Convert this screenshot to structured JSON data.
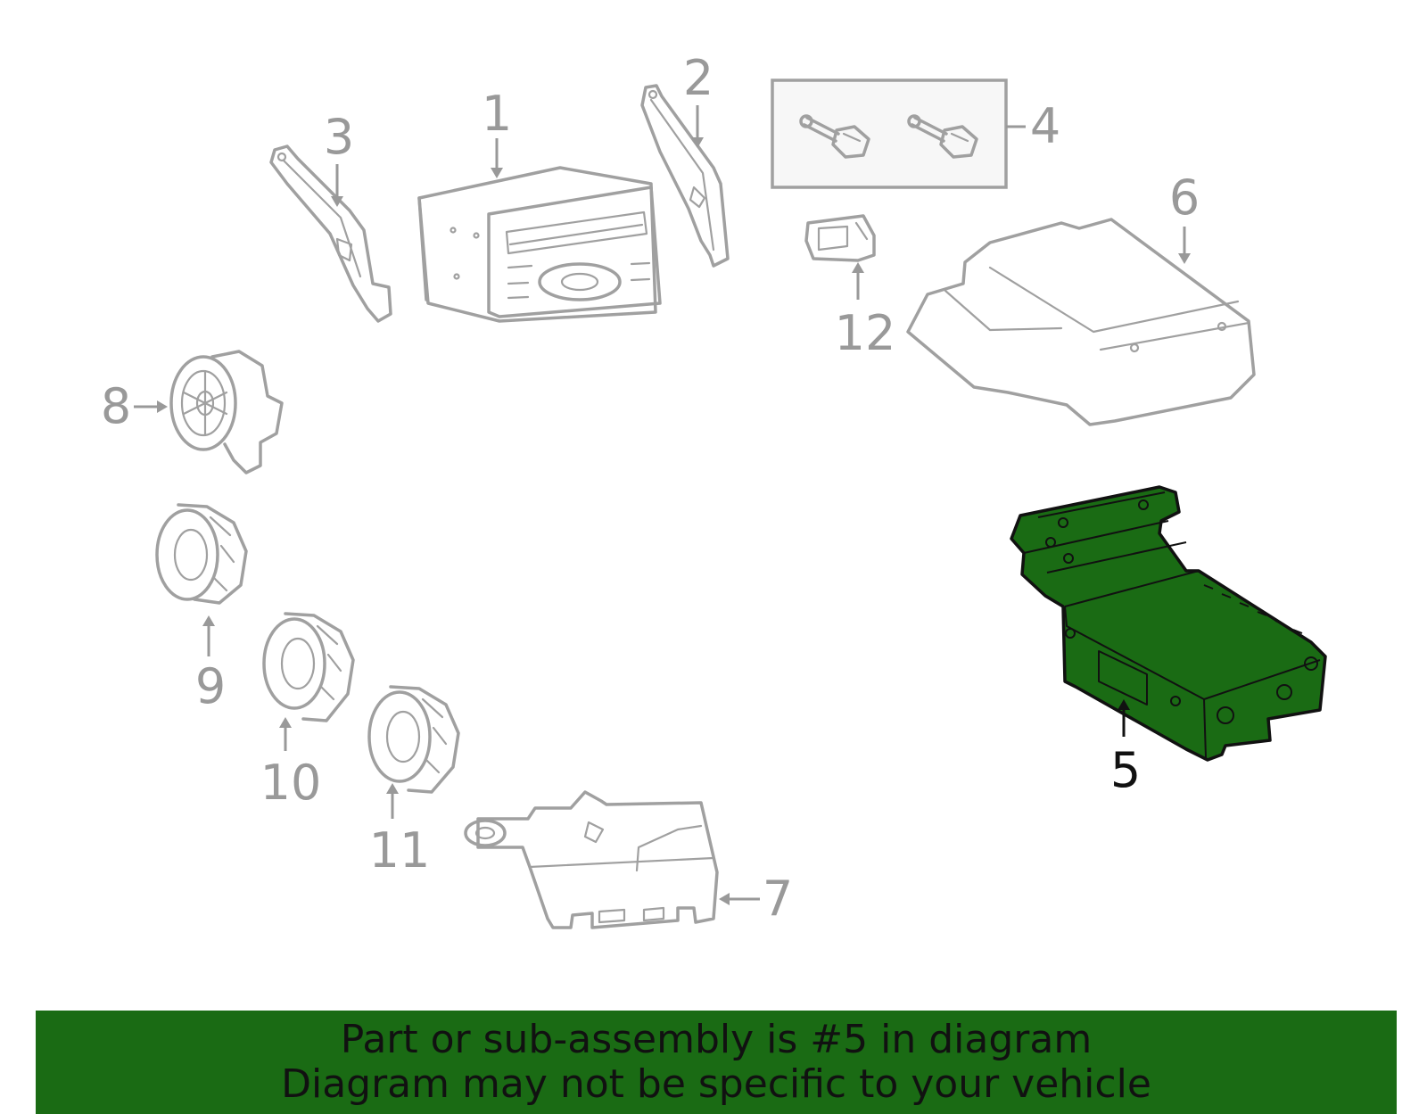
{
  "diagram": {
    "highlighted_part": "5",
    "highlight_color": "#1a6b14",
    "line_color": "#a0a0a0",
    "callouts": {
      "c1": "1",
      "c2": "2",
      "c3": "3",
      "c4": "4",
      "c5": "5",
      "c6": "6",
      "c7": "7",
      "c8": "8",
      "c9": "9",
      "c10": "10",
      "c11": "11",
      "c12": "12"
    }
  },
  "banner": {
    "line1": "Part or sub-assembly is #5 in diagram",
    "line2": "Diagram may not be specific to your vehicle",
    "background": "#1a6b14"
  }
}
